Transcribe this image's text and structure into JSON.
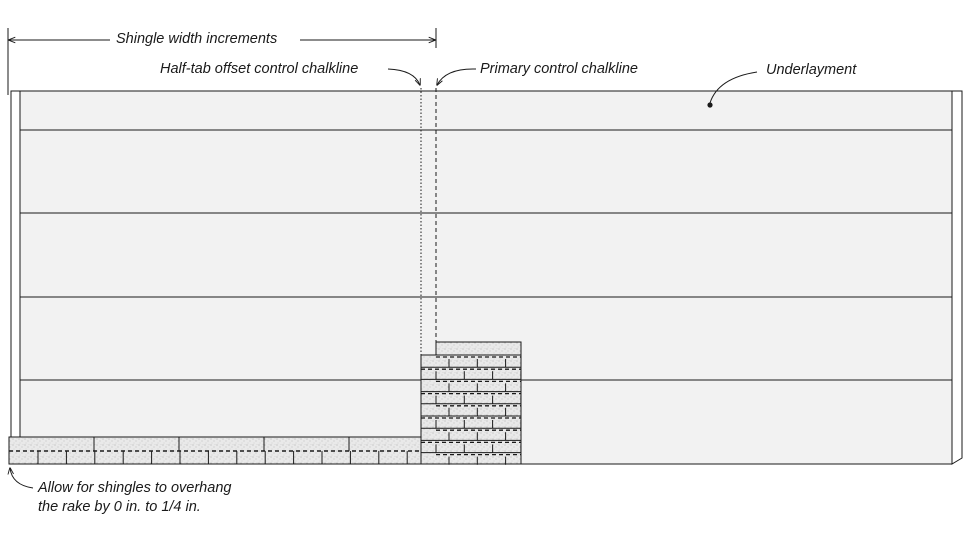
{
  "labels": {
    "shingle_width_increments": "Shingle width increments",
    "half_tab_offset": "Half-tab offset control chalkline",
    "primary_control": "Primary control chalkline",
    "underlayment": "Underlayment",
    "overhang_line1": "Allow for shingles to overhang",
    "overhang_line2": "the rake by 0 in. to 1/4 in."
  },
  "colors": {
    "line": "#1a1a1a",
    "underlayment_fill": "#f2f2f2",
    "shingle_fill": "#e6e6e6"
  }
}
